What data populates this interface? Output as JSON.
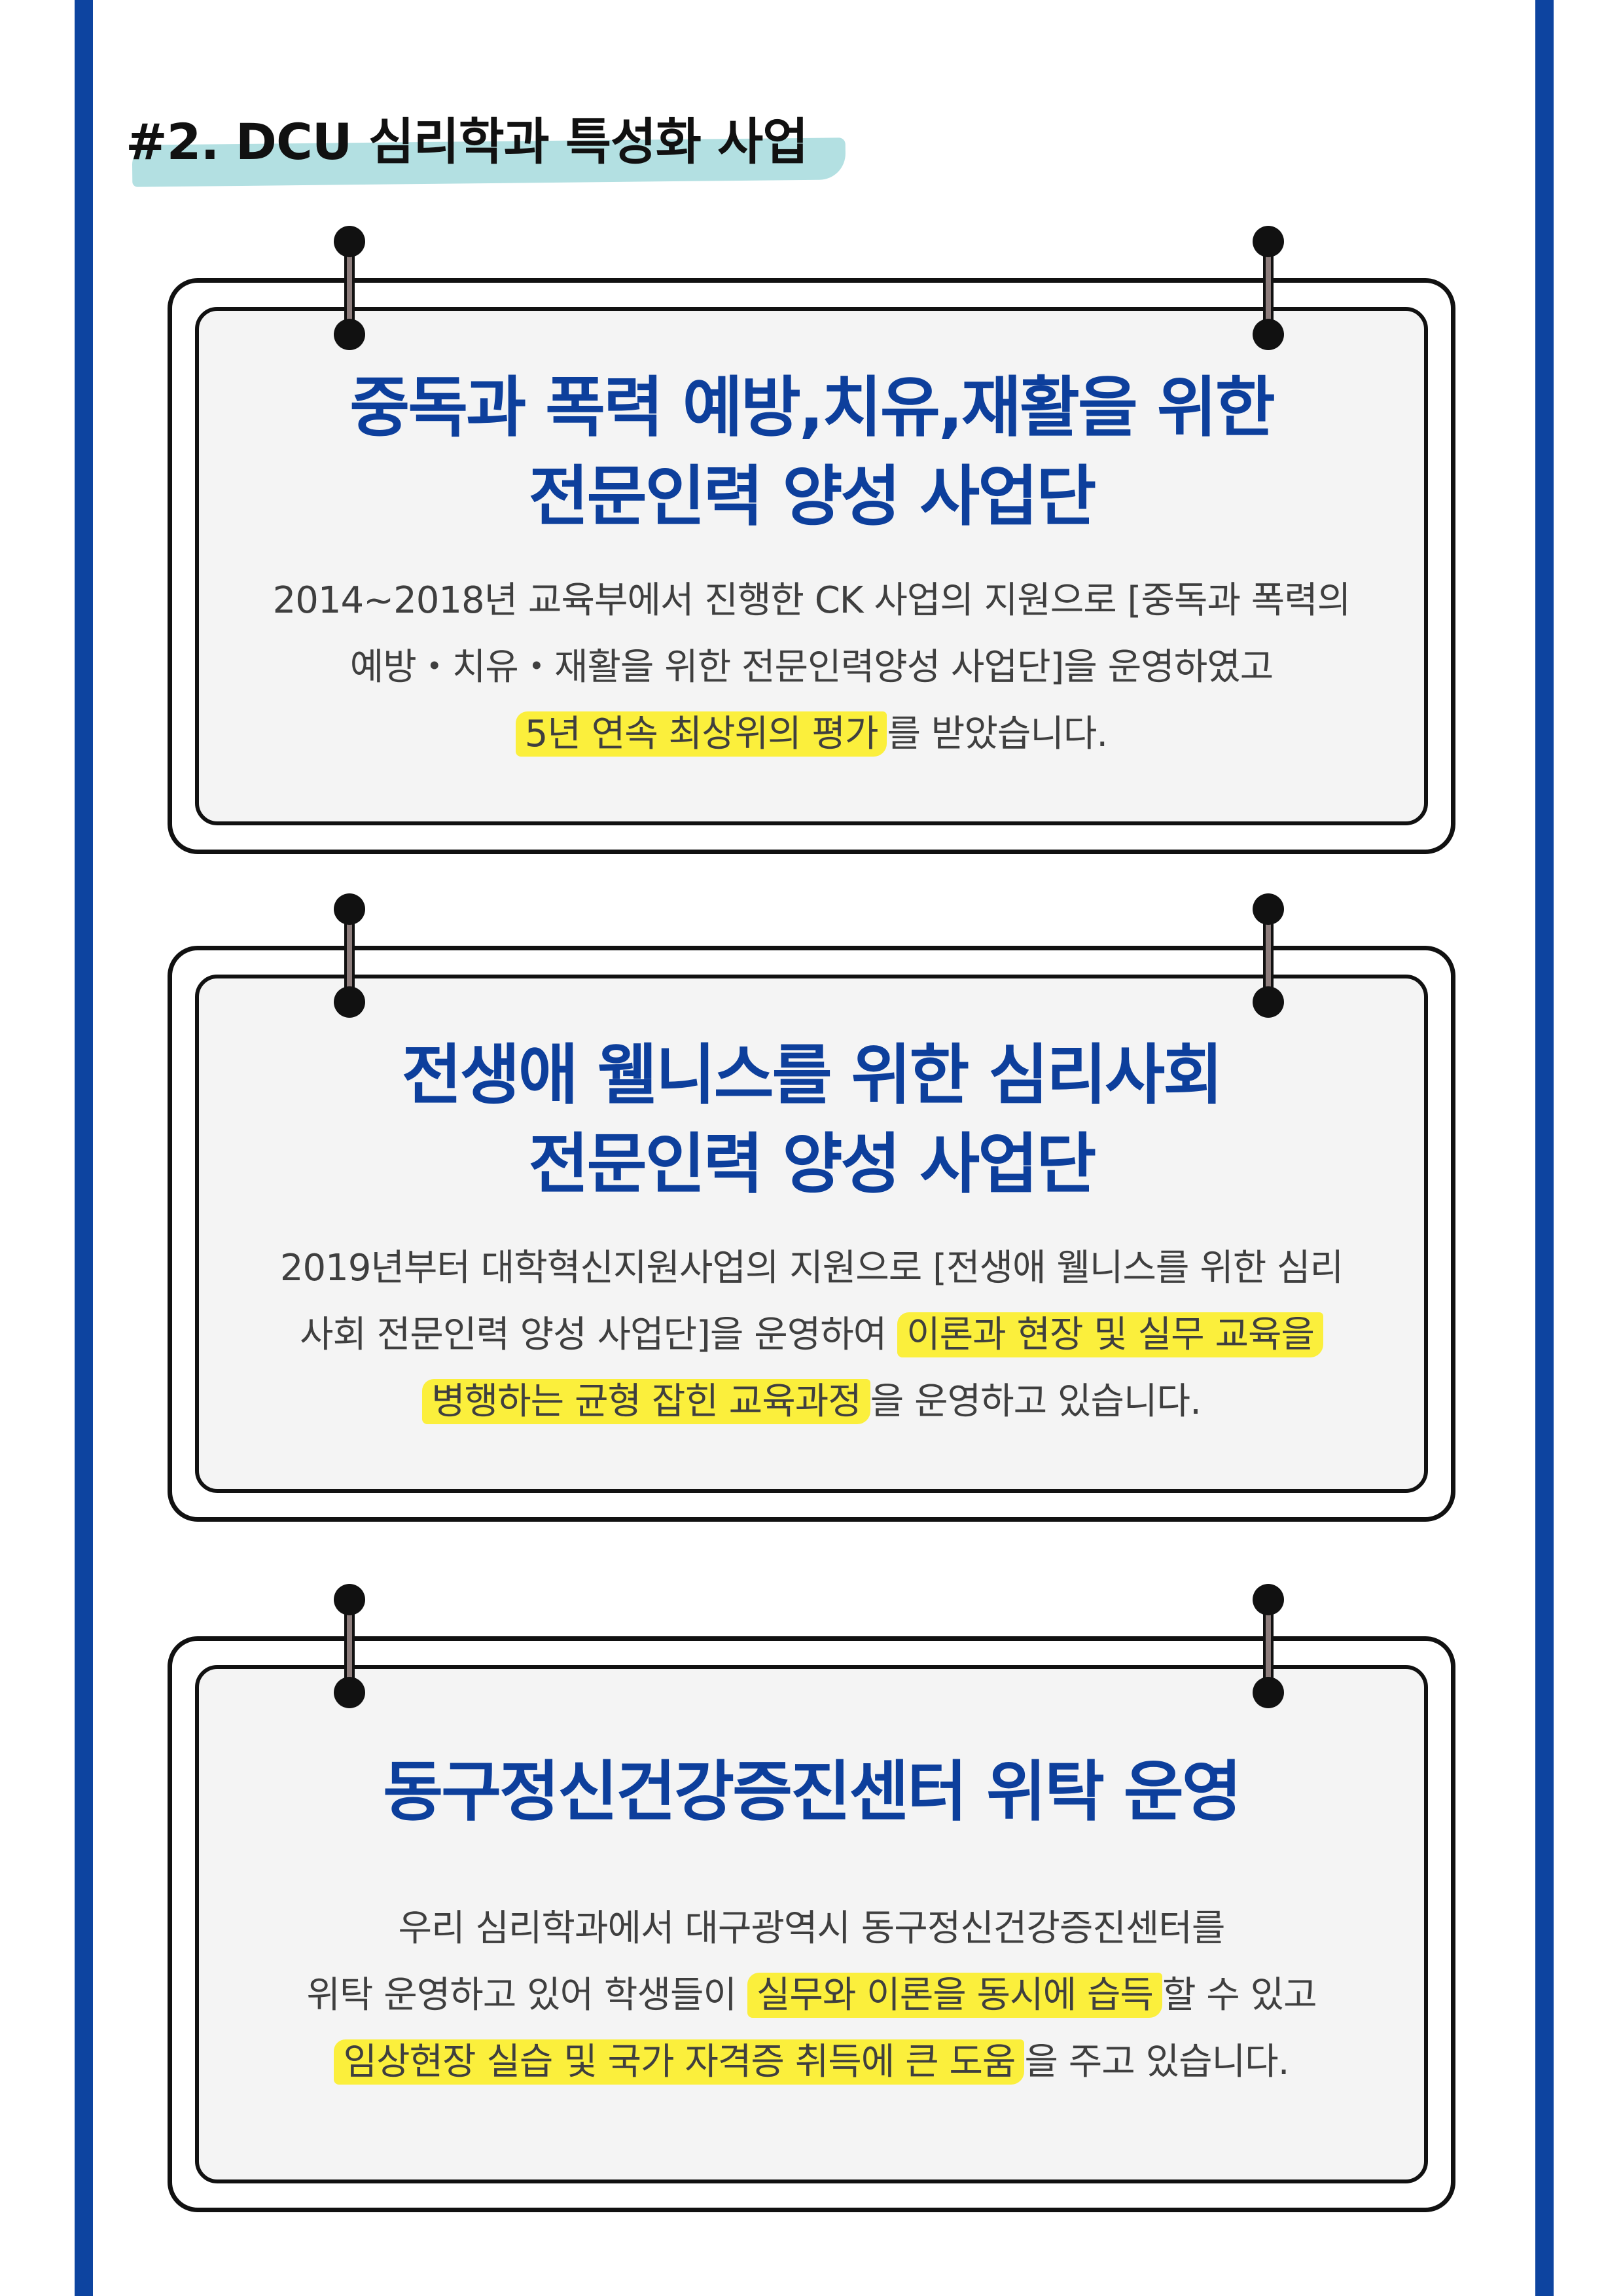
{
  "heading": "#2. DCU 심리학과 특성화 사업",
  "colors": {
    "frame_blue": "#0d44a0",
    "title_blue": "#0d3f9c",
    "highlight_yellow": "#fbef3c",
    "heading_brush_teal": "#b3e0e2"
  },
  "cards": [
    {
      "title_line1": "중독과 폭력 예방,치유,재활을 위한",
      "title_line2": "전문인력 양성 사업단",
      "body_line1": "2014~2018년 교육부에서 진행한 CK 사업의 지원으로 [중독과 폭력의",
      "body_line2": "예방・치유・재활을 위한 전문인력양성 사업단]을 운영하였고",
      "body_line3_highlight": "5년 연속 최상위의 평가",
      "body_line3_rest": "를 받았습니다."
    },
    {
      "title_line1": "전생애 웰니스를 위한 심리사회",
      "title_line2": "전문인력 양성 사업단",
      "body_line1": "2019년부터 대학혁신지원사업의 지원으로 [전생애 웰니스를 위한 심리",
      "body_line2_plain": "사회 전문인력 양성 사업단]을 운영하여 ",
      "body_line2_highlight": "이론과 현장 및 실무 교육을",
      "body_line3_highlight": "병행하는 균형 잡힌 교육과정",
      "body_line3_rest": "을 운영하고 있습니다."
    },
    {
      "title_line1": "동구정신건강증진센터 위탁 운영",
      "body_line1": "우리 심리학과에서 대구광역시 동구정신건강증진센터를",
      "body_line2_plain": "위탁 운영하고 있어 학생들이 ",
      "body_line2_highlight": "실무와 이론을 동시에 습득",
      "body_line2_rest": "할 수 있고",
      "body_line3_highlight": "임상현장 실습 및 국가 자격증 취득에 큰 도움",
      "body_line3_rest": "을 주고 있습니다."
    }
  ]
}
